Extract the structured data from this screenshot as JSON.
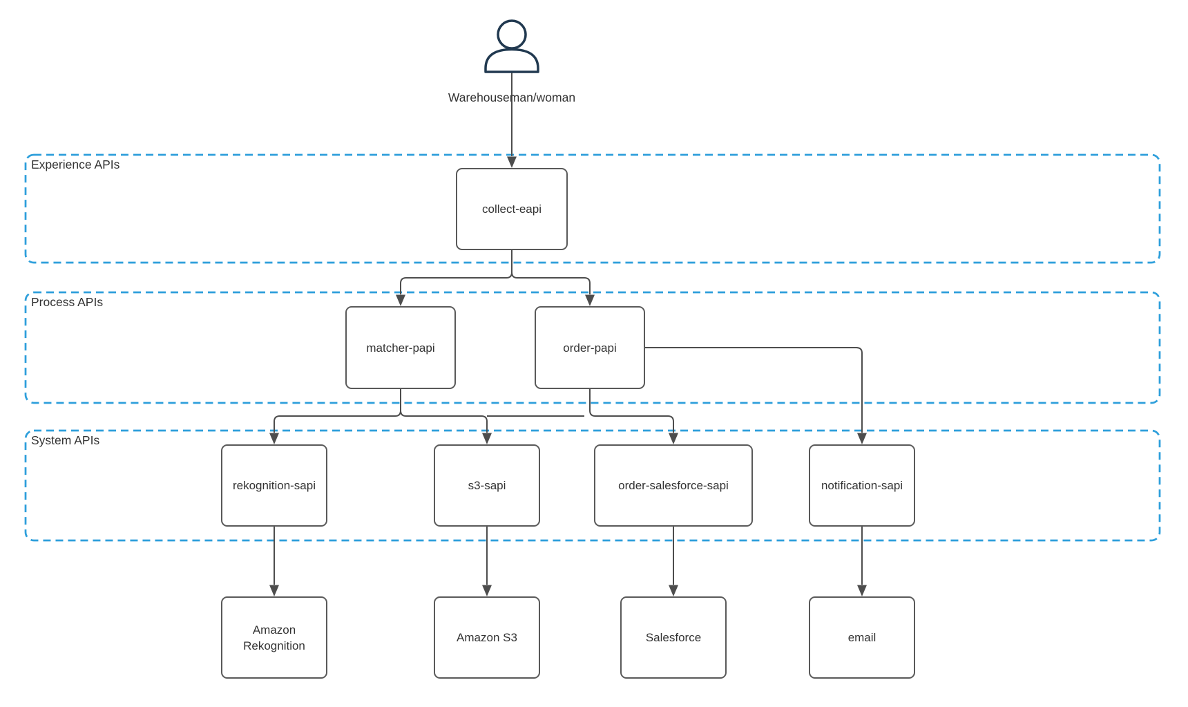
{
  "actor": {
    "label": "Warehouseman/woman"
  },
  "layers": [
    {
      "label": "Experience APIs"
    },
    {
      "label": "Process APIs"
    },
    {
      "label": "System APIs"
    }
  ],
  "nodes": {
    "collect_eapi": {
      "label": "collect-eapi"
    },
    "matcher_papi": {
      "label": "matcher-papi"
    },
    "order_papi": {
      "label": "order-papi"
    },
    "rekognition_sapi": {
      "label": "rekognition-sapi"
    },
    "s3_sapi": {
      "label": "s3-sapi"
    },
    "order_salesforce_sapi": {
      "label": "order-salesforce-sapi"
    },
    "notification_sapi": {
      "label": "notification-sapi"
    },
    "amazon_rekognition": {
      "label": "Amazon Rekognition"
    },
    "amazon_s3": {
      "label": "Amazon S3"
    },
    "salesforce": {
      "label": "Salesforce"
    },
    "email": {
      "label": "email"
    }
  },
  "edges": [
    {
      "from": "Warehouseman/woman",
      "to": "collect-eapi"
    },
    {
      "from": "collect-eapi",
      "to": "matcher-papi"
    },
    {
      "from": "collect-eapi",
      "to": "order-papi"
    },
    {
      "from": "matcher-papi",
      "to": "rekognition-sapi"
    },
    {
      "from": "matcher-papi",
      "to": "s3-sapi"
    },
    {
      "from": "order-papi",
      "to": "order-salesforce-sapi"
    },
    {
      "from": "order-papi",
      "to": "notification-sapi"
    },
    {
      "from": "rekognition-sapi",
      "to": "Amazon Rekognition"
    },
    {
      "from": "s3-sapi",
      "to": "Amazon S3"
    },
    {
      "from": "order-salesforce-sapi",
      "to": "Salesforce"
    },
    {
      "from": "notification-sapi",
      "to": "email"
    }
  ],
  "colors": {
    "layer_border": "#2E9FDB",
    "node_border": "#595959",
    "connector": "#4D4D4D",
    "text": "#333333",
    "actor_icon": "#213950",
    "background": "#FFFFFF"
  }
}
